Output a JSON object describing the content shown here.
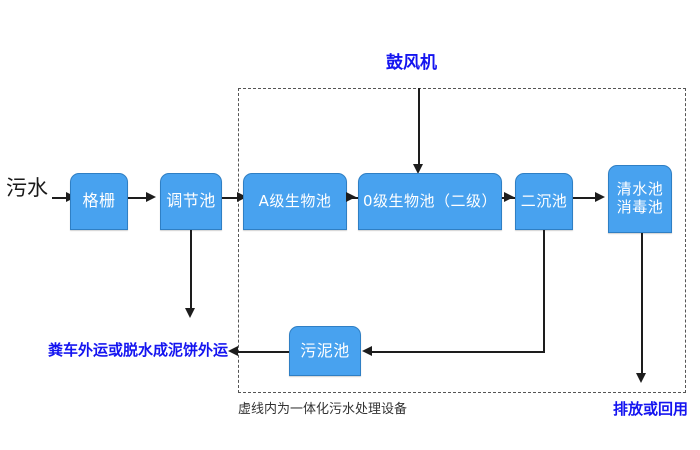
{
  "diagram": {
    "title_note": "虚线内为一体化污水处理设备",
    "colors": {
      "node_fill": "#48a2ef",
      "node_border": "#2f7fc4",
      "node_text": "#ffffff",
      "connector": "#1d1d1d",
      "enclosure_border": "#555555",
      "blue_label": "#1414f0",
      "black_label": "#1a1a1a"
    },
    "inlet_label": "污水",
    "blower_label": "鼓风机",
    "sludge_outlet_label": "粪车外运或脱水成泥饼外运",
    "discharge_label": "排放或回用",
    "enclosure_caption": "虚线内为一体化污水处理设备",
    "nodes": [
      {
        "id": "grate",
        "label": "格栅"
      },
      {
        "id": "equalization",
        "label": "调节池"
      },
      {
        "id": "a-tank",
        "label": "A级生物池"
      },
      {
        "id": "o-tank",
        "label": "0级生物池（二级）"
      },
      {
        "id": "clarifier",
        "label": "二沉池"
      },
      {
        "id": "clearwater",
        "label": "清水池\n消毒池"
      },
      {
        "id": "sludge-tank",
        "label": "污泥池"
      }
    ]
  }
}
